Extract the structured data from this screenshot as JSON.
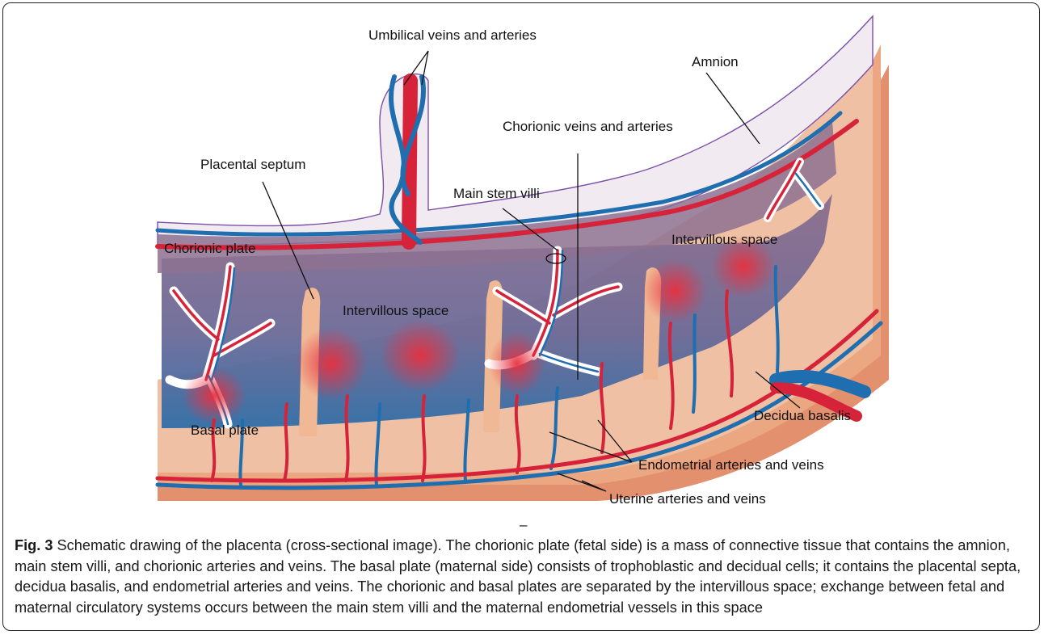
{
  "figure": {
    "labels": {
      "umbilical": "Umbilical veins and arteries",
      "amnion": "Amnion",
      "chorionic_vessels": "Chorionic veins and arteries",
      "placental_septum": "Placental septum",
      "main_stem_villi": "Main stem villi",
      "chorionic_plate": "Chorionic plate",
      "intervillous_left": "Intervillous space",
      "intervillous_right": "Intervillous space",
      "basal_plate": "Basal plate",
      "decidua_basalis": "Decidua basalis",
      "endometrial": "Endometrial arteries and veins",
      "uterine": "Uterine arteries and veins"
    },
    "tick_mark": "–"
  },
  "caption": {
    "fig_label": "Fig. 3",
    "text": " Schematic drawing of the placenta (cross-sectional image). The chorionic plate (fetal side) is a mass of connective tissue that contains the amnion, main stem villi, and chorionic arteries and veins. The basal plate (maternal side) consists of trophoblastic and decidual cells; it contains the placental septa, decidua basalis, and endometrial arteries and veins. The chorionic and basal plates are separated by the intervillous space; exchange between fetal and maternal circulatory systems occurs between the main stem villi and the maternal endometrial vessels in this space"
  },
  "colors": {
    "artery": "#d6233a",
    "vein": "#1f6fb0",
    "intervillous": "#8a6f8f",
    "decidua": "#edb89a",
    "uterine_wall": "#e3906f",
    "amnion_fill": "#efe6ee",
    "septum": "#f0b894"
  }
}
